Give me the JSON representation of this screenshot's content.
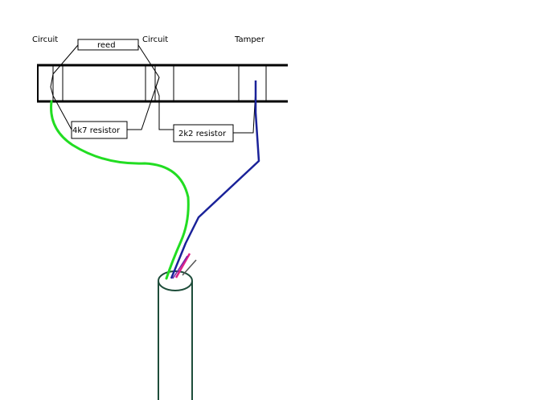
{
  "labels": {
    "circuit_left": "Circuit",
    "circuit_right": "Circuit",
    "tamper": "Tamper",
    "reed": "reed",
    "resistor_4k7": "4k7 resistor",
    "resistor_2k2": "2k2 resistor"
  },
  "colors": {
    "green_wire": "#22dd22",
    "blue_wire": "#1a2299",
    "pink_wire": "#dd2288",
    "cable": "#1e4d3a",
    "outline": "#000000"
  }
}
